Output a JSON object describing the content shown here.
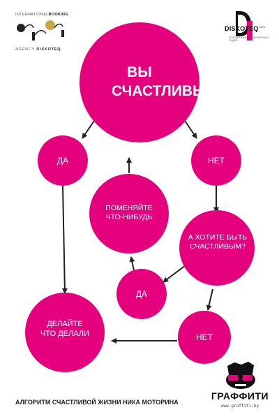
{
  "nodes": {
    "question": "ВЫ СЧАСТЛИВЫ?",
    "yes_top": "ДА",
    "no_top": "НЕТ",
    "change": "ПОМЕНЯЙТЕ ЧТО-НИБУДЬ",
    "want_happy": "А ХОТИТЕ БЫТЬ СЧАСТЛИВЫМ?",
    "yes_bottom": "ДА",
    "keep_doing": "ДЕЛАЙТЕ ЧТО ДЕЛАЛИ",
    "no_bottom": "НЕТ"
  },
  "logos": {
    "left_line1_light": "INTERNATIONAL",
    "left_line1_bold": "BOOKING",
    "left_line2_light": "AGENCY",
    "left_line2_bold": "DISKOTEQ",
    "right_brand": "DISKOTEQ",
    "right_domain": ".com",
    "right_tagline": "клубная жизнь современных людей",
    "graffiti_word": "ГРАФФИТИ",
    "graffiti_url": "www.graffiti.by"
  },
  "caption": "АЛГОРИТМ СЧАСТЛИВОЙ ЖИЗНИ НИКА МОТОРИНА",
  "colors": {
    "node": "#e5007e",
    "arrow": "#222222"
  }
}
